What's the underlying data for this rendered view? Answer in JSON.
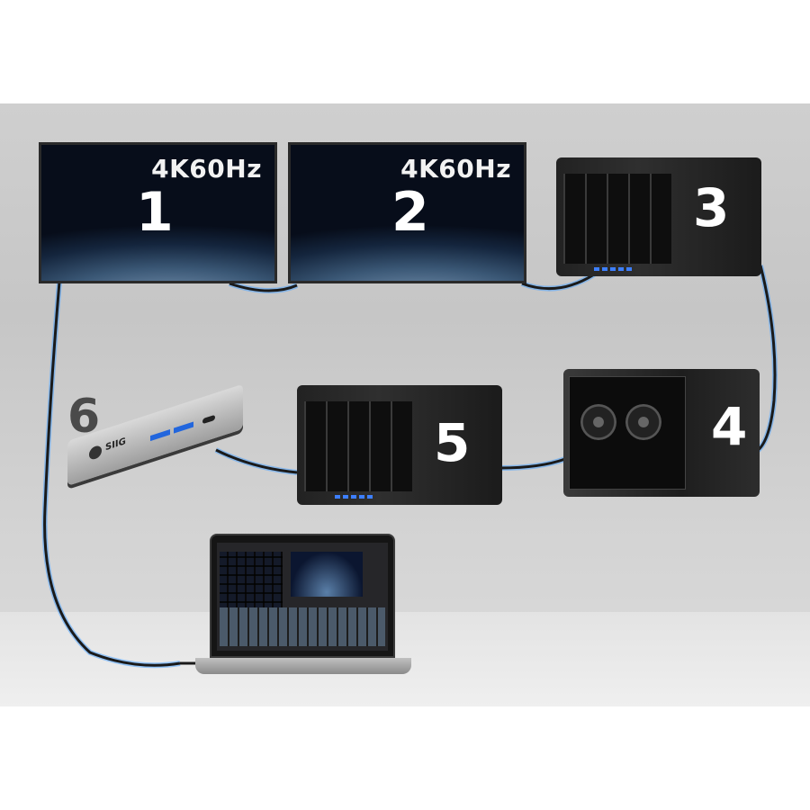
{
  "devices": {
    "monitor1": {
      "number": "1",
      "resolution": "4K60Hz"
    },
    "monitor2": {
      "number": "2",
      "resolution": "4K60Hz"
    },
    "nas1": {
      "number": "3"
    },
    "egpu": {
      "number": "4"
    },
    "nas2": {
      "number": "5"
    },
    "dock": {
      "number": "6",
      "brand": "SIIG"
    }
  },
  "colors": {
    "cable_glow": "#4aa3ff",
    "background": "#cfcfcf",
    "led": "#3d7fff"
  }
}
